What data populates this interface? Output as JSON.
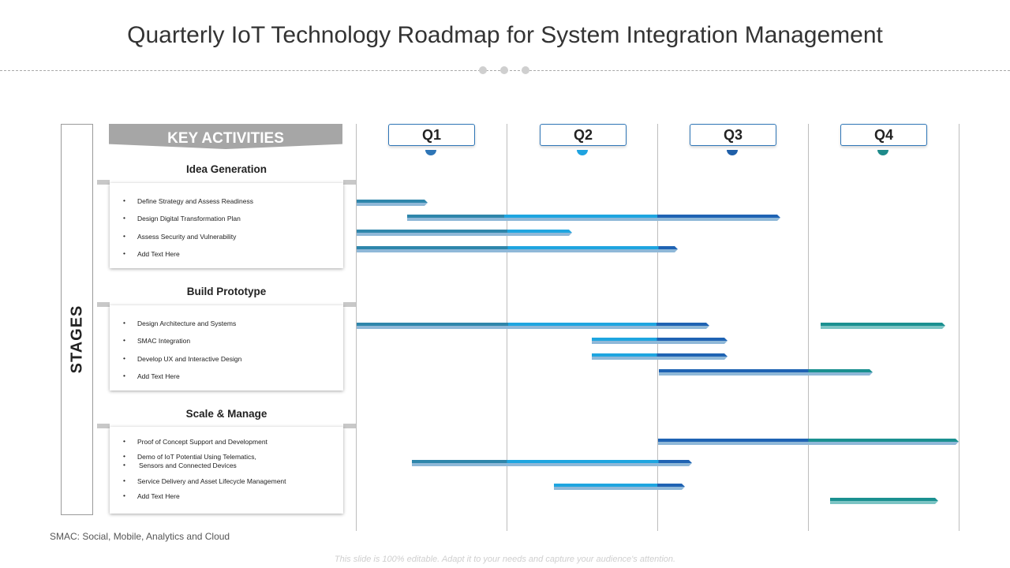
{
  "title": "Quarterly IoT Technology Roadmap for System Integration Management",
  "stages_label": "STAGES",
  "key_activities_label": "KEY ACTIVITIES",
  "quarters": [
    "Q1",
    "Q2",
    "Q3",
    "Q4"
  ],
  "quarter_cup_colors": [
    "#2e75b6",
    "#1fa3e0",
    "#1f5fa8",
    "#1e8a8a"
  ],
  "stages": [
    {
      "name": "Idea Generation",
      "activities": [
        "Define Strategy and Assess Readiness",
        "Design Digital Transformation Plan",
        "Assess Security and Vulnerability",
        "Add Text Here"
      ]
    },
    {
      "name": "Build Prototype",
      "activities": [
        "Design Architecture and Systems",
        "SMAC Integration",
        "Develop UX and Interactive Design",
        "Add Text Here"
      ]
    },
    {
      "name": "Scale & Manage",
      "activities": [
        "Proof of Concept Support and Development",
        "Demo of IoT Potential Using Telematics,",
        "Sensors and Connected Devices",
        "Service Delivery and Asset Lifecycle Management",
        "Add Text Here"
      ]
    }
  ],
  "footnote": "SMAC: Social, Mobile, Analytics and Cloud",
  "footer": "This slide is 100% editable. Adapt it to your needs and capture your audience's attention.",
  "colors": {
    "q1_bar": "#2e86ab",
    "q2_bar": "#1ea5e0",
    "q3_bar": "#1f63b3",
    "q4_bar": "#1a9090",
    "bar_underside": "#8fb8d8",
    "gray_header": "#a6a6a6"
  }
}
